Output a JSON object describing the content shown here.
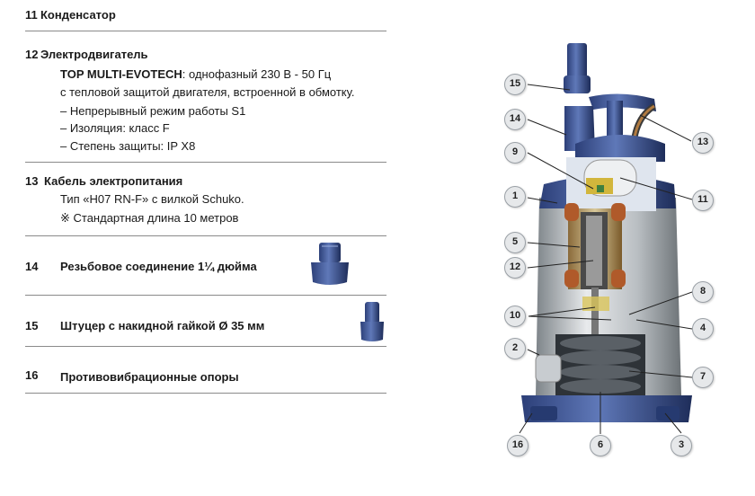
{
  "items": [
    {
      "num": "11",
      "title": "Конденсатор"
    },
    {
      "num": "12",
      "title": "Электродвигатель",
      "lines": [
        {
          "bold": "TOP MULTI-EVOTECH",
          "text": ": однофазный 230 В - 50 Гц"
        },
        {
          "text": "с тепловой защитой двигателя, встроенной в обмотку."
        },
        {
          "text": "– Непрерывный режим работы S1"
        },
        {
          "text": "– Изоляция: класс F"
        },
        {
          "text": "– Степень защиты: IP X8"
        }
      ]
    },
    {
      "num": "13",
      "title": "Кабель электропитания",
      "lines": [
        {
          "text": "Тип «H07 RN-F» с вилкой Schuko."
        },
        {
          "text": "※ Стандартная длина 10 метров"
        }
      ]
    },
    {
      "num": "14",
      "title": "Резьбовое соединение 1¼ дюйма"
    },
    {
      "num": "15",
      "title": "Штуцер с накидной гайкой Ø 35 мм"
    },
    {
      "num": "16",
      "title": "Противовибрационные опоры"
    }
  ],
  "callouts": [
    "15",
    "14",
    "13",
    "9",
    "1",
    "11",
    "5",
    "12",
    "8",
    "10",
    "4",
    "2",
    "7",
    "16",
    "6",
    "3"
  ]
}
